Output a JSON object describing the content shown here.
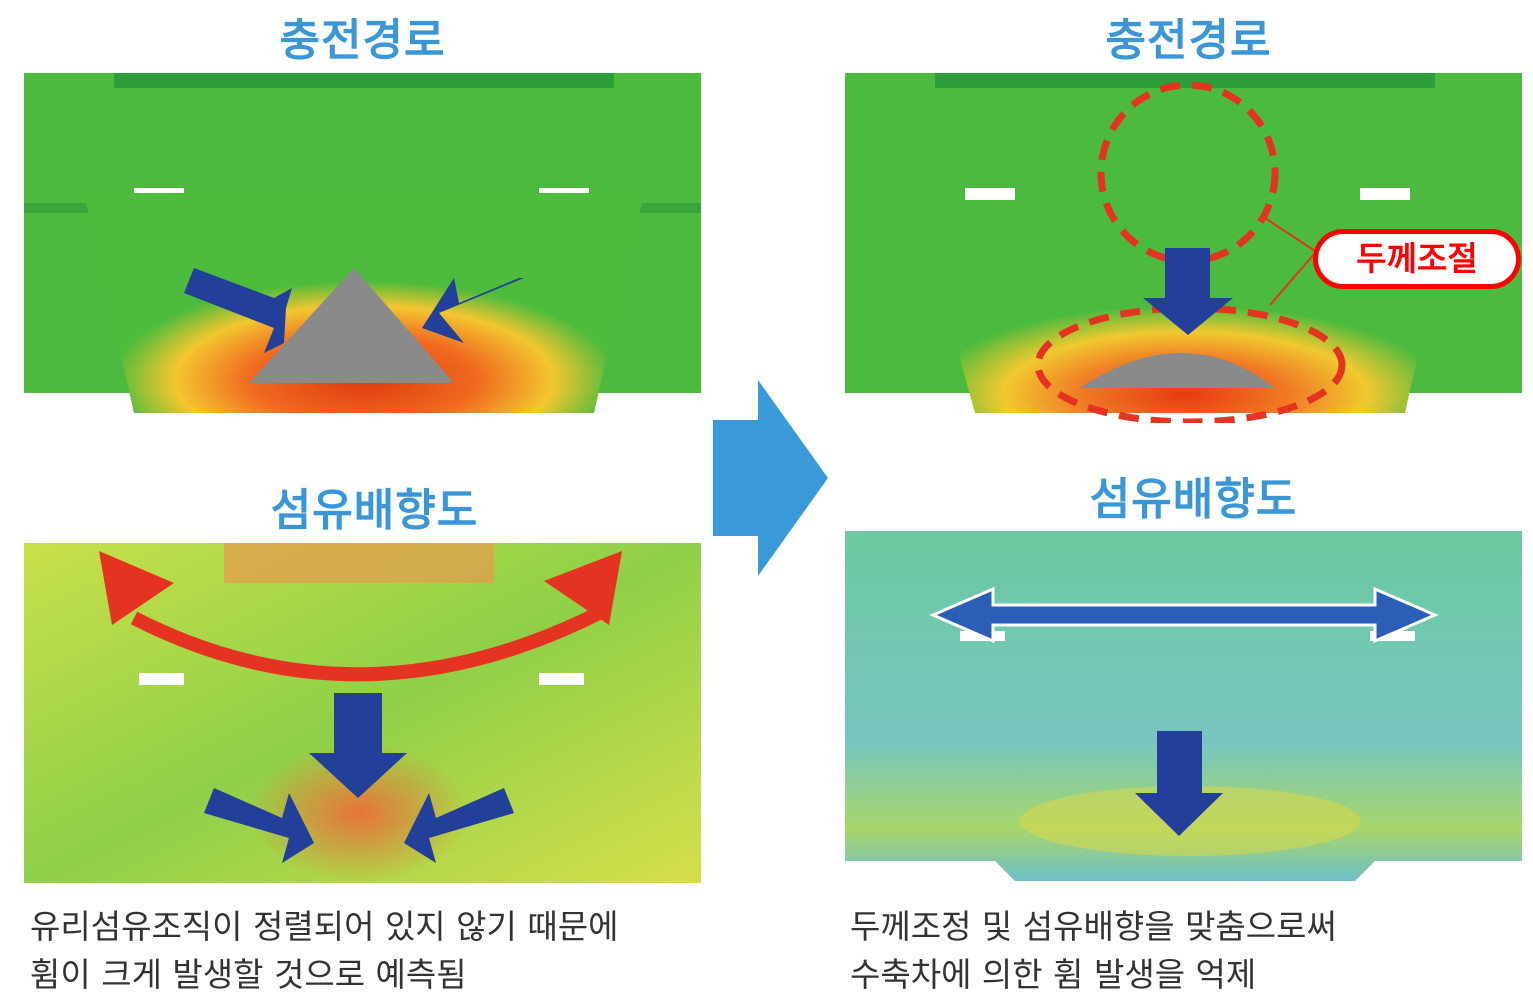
{
  "left": {
    "fill_title": "충전경로",
    "fiber_title": "섬유배향도",
    "caption_lines": [
      "유리섬유조직이 정렬되어 있지 않기 때문에",
      "휨이 크게 발생할 것으로 예측됨"
    ]
  },
  "right": {
    "fill_title": "충전경로",
    "fiber_title": "섬유배향도",
    "callout": "두께조절",
    "caption_lines": [
      "두께조정 및 섬유배향을 맞춤으로써",
      "수축차에 의한 휨 발생을 억제"
    ]
  },
  "colors": {
    "title": "#3a96d6",
    "arrow_blue": "#223f99",
    "arrow_red": "#e53322",
    "callout": "#ff0000",
    "transition_arrow": "#3a9ad9"
  }
}
